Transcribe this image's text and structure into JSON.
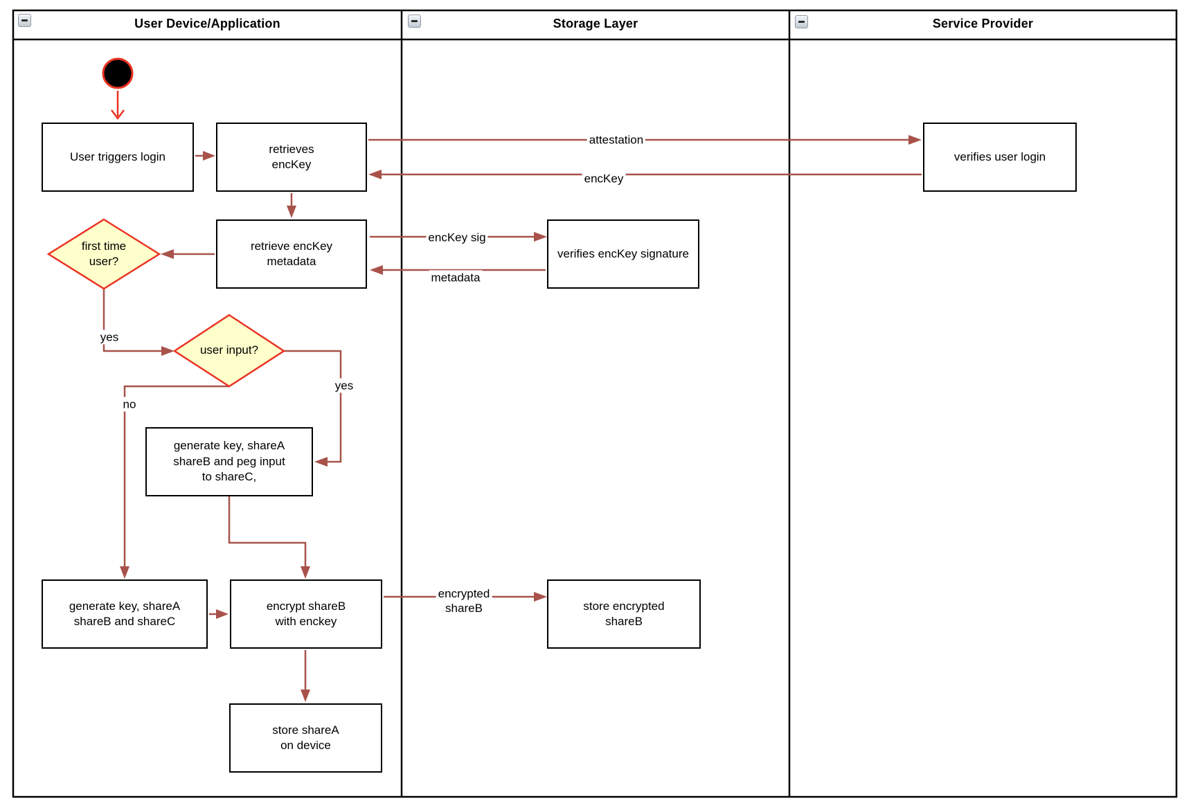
{
  "diagram": {
    "lanes": [
      {
        "title": "User Device/Application"
      },
      {
        "title": "Storage Layer"
      },
      {
        "title": "Service Provider"
      }
    ],
    "icons": {
      "lane_collapse": "minus-box"
    },
    "nodes": {
      "start": {
        "type": "initial-state"
      },
      "user_triggers_login": {
        "label": "User triggers login"
      },
      "retrieves_enckey": {
        "label": "retrieves\nencKey"
      },
      "retrieve_enckey_metadata": {
        "label": "retrieve encKey\nmetadata"
      },
      "verifies_user_login": {
        "label": "verifies user login"
      },
      "verifies_enckey_signature": {
        "label": "verifies encKey signature"
      },
      "first_time_user": {
        "label": "first time\nuser?"
      },
      "user_input": {
        "label": "user input?"
      },
      "generate_key_peg_input": {
        "label": "generate key, shareA\nshareB and peg input\nto shareC,"
      },
      "generate_key_sharec": {
        "label": "generate key, shareA\nshareB and shareC"
      },
      "encrypt_shareb": {
        "label": "encrypt shareB\nwith enckey"
      },
      "store_encrypted_shareb": {
        "label": "store encrypted\nshareB"
      },
      "store_sharea": {
        "label": "store shareA\non device"
      }
    },
    "edge_labels": {
      "attestation": "attestation",
      "enckey": "encKey",
      "enckey_sig": "encKey sig",
      "metadata": "metadata",
      "encrypted_shareb": "encrypted\nshareB",
      "yes_first_time": "yes",
      "yes_user_input": "yes",
      "no_user_input": "no"
    },
    "colors": {
      "connector": "#a8524a",
      "decision_border": "#eb3323",
      "decision_fill": "#ffffcc",
      "start_fill": "#000000",
      "start_border": "#eb3323",
      "frame": "#000000"
    }
  }
}
